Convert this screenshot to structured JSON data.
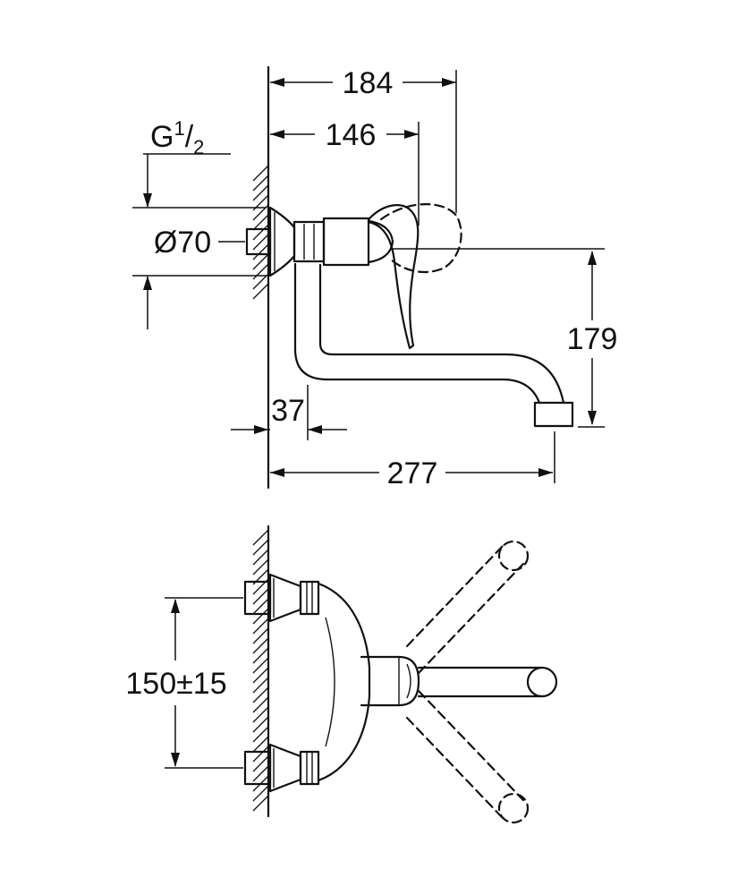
{
  "drawing": {
    "background": "#ffffff",
    "line_color": "#111111"
  },
  "dims": {
    "d184": "184",
    "d146": "146",
    "thread_g": "G",
    "thread_sup": "1",
    "thread_slash": "/",
    "thread_sub": "2",
    "dia70": "Ø70",
    "d179": "179",
    "d37": "37",
    "d277": "277",
    "d150": "150±15"
  }
}
